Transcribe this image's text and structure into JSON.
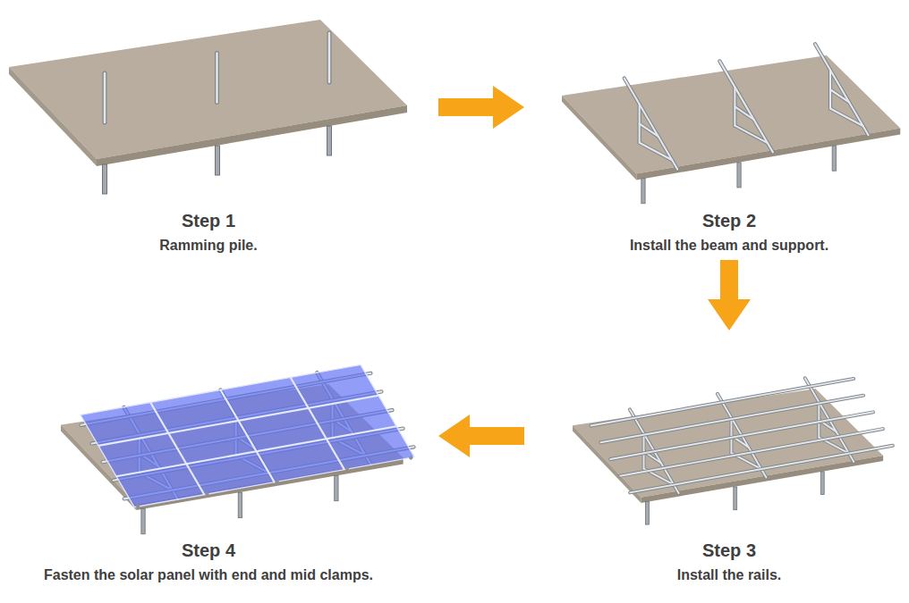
{
  "diagram": {
    "nodes": [
      {
        "text": [
          "Step 1",
          "Ramming pile."
        ]
      },
      {
        "text": [
          "Step 2",
          "Install the beam and support."
        ]
      },
      {
        "text": [
          "Step 3",
          "Install the rails."
        ]
      },
      {
        "text": [
          "Step 4",
          "Fasten the solar panel with end and mid clamps."
        ]
      }
    ],
    "edges": [
      {
        "from": 0,
        "to": 1,
        "arrow": "to"
      },
      {
        "from": 1,
        "to": 2,
        "arrow": "to"
      },
      {
        "from": 2,
        "to": 3,
        "arrow": "to"
      }
    ]
  }
}
